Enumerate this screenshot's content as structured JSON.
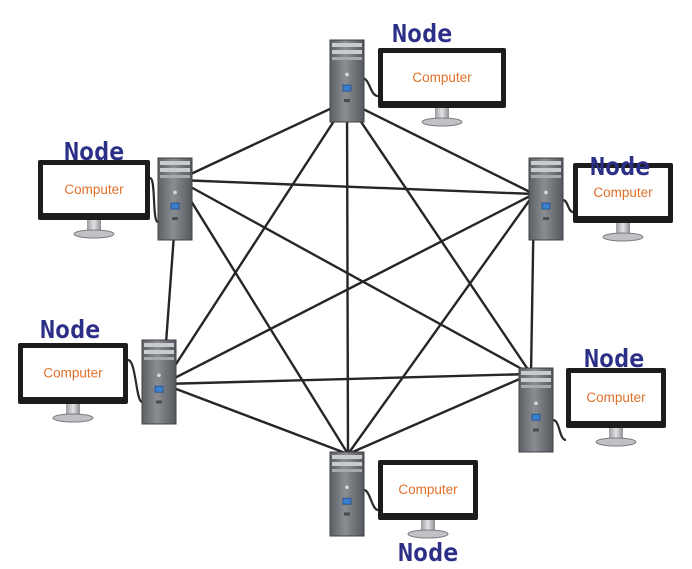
{
  "diagram": {
    "nodes": [
      {
        "id": "top",
        "label": "Node",
        "screen_text": "Computer"
      },
      {
        "id": "upper-left",
        "label": "Node",
        "screen_text": "Computer"
      },
      {
        "id": "upper-right",
        "label": "Node",
        "screen_text": "Computer"
      },
      {
        "id": "lower-left",
        "label": "Node",
        "screen_text": "Computer"
      },
      {
        "id": "lower-right",
        "label": "Node",
        "screen_text": "Computer"
      },
      {
        "id": "bottom",
        "label": "Node",
        "screen_text": "Computer"
      }
    ],
    "connections": [
      [
        "top",
        "upper-left"
      ],
      [
        "top",
        "upper-right"
      ],
      [
        "top",
        "lower-left"
      ],
      [
        "top",
        "lower-right"
      ],
      [
        "top",
        "bottom"
      ],
      [
        "upper-left",
        "upper-right"
      ],
      [
        "upper-left",
        "lower-left"
      ],
      [
        "upper-left",
        "lower-right"
      ],
      [
        "upper-left",
        "bottom"
      ],
      [
        "upper-right",
        "lower-left"
      ],
      [
        "upper-right",
        "lower-right"
      ],
      [
        "upper-right",
        "bottom"
      ],
      [
        "lower-left",
        "lower-right"
      ],
      [
        "lower-left",
        "bottom"
      ],
      [
        "lower-right",
        "bottom"
      ]
    ],
    "colors": {
      "label": "#2b2f86",
      "screen_text": "#e0702a",
      "link": "#262626",
      "tower": "#6e7075",
      "monitor_frame": "#1c1c1c"
    }
  }
}
